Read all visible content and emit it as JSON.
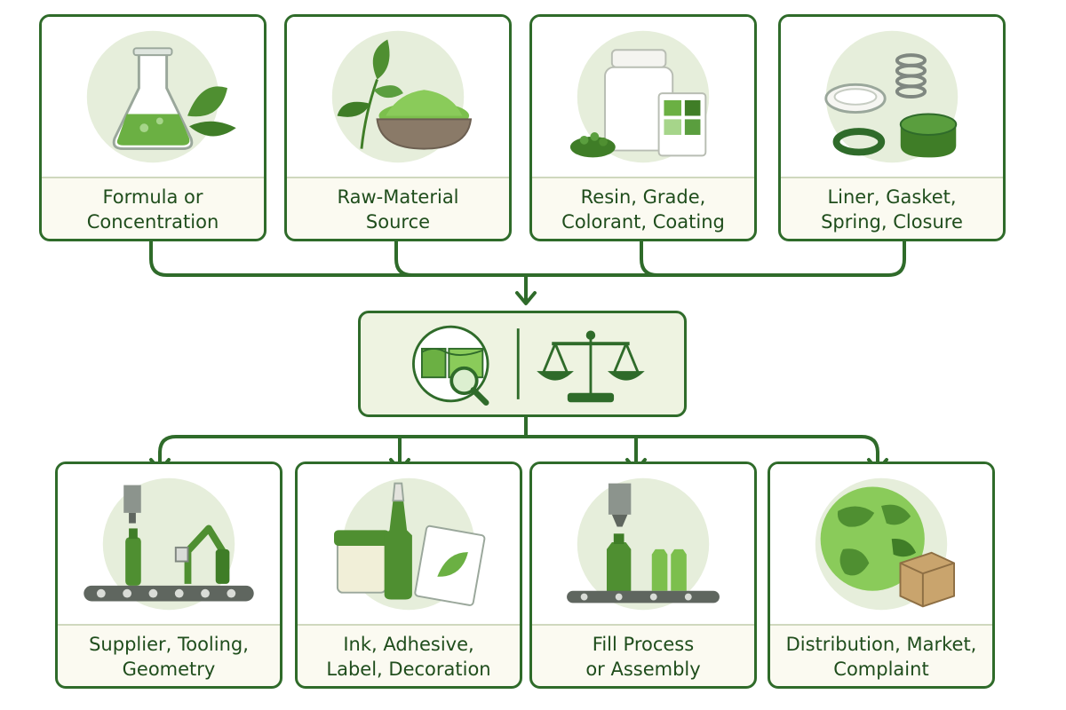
{
  "colors": {
    "border": "#2f6b2a",
    "connector": "#2f6b2a",
    "label_text": "#1f4d1c",
    "label_bg": "#fbfaf1",
    "hub_bg": "#eef3e1",
    "accent_green": "#5a9e3e"
  },
  "top_row": [
    {
      "icon": "flask-leaf-icon",
      "label_lines": [
        "Formula or",
        "Concentration"
      ]
    },
    {
      "icon": "leaves-powder-bowl-icon",
      "label_lines": [
        "Raw-Material",
        "Source"
      ]
    },
    {
      "icon": "jar-pellets-swatch-icon",
      "label_lines": [
        "Resin, Grade,",
        "Colorant, Coating"
      ]
    },
    {
      "icon": "liner-spring-cap-icon",
      "label_lines": [
        "Liner, Gasket,",
        "Spring, Closure"
      ]
    }
  ],
  "hub": {
    "left_icon": "inspection-magnifier-icon",
    "right_icon": "balance-scale-icon"
  },
  "bottom_row": [
    {
      "icon": "conveyor-robot-icon",
      "label_lines": [
        "Supplier, Tooling,",
        "Geometry"
      ]
    },
    {
      "icon": "jar-bottle-label-icon",
      "label_lines": [
        "Ink, Adhesive,",
        "Label, Decoration"
      ]
    },
    {
      "icon": "filling-nozzle-icon",
      "label_lines": [
        "Fill Process",
        "or Assembly"
      ]
    },
    {
      "icon": "globe-box-icon",
      "label_lines": [
        "Distribution, Market,",
        "Complaint"
      ]
    }
  ]
}
